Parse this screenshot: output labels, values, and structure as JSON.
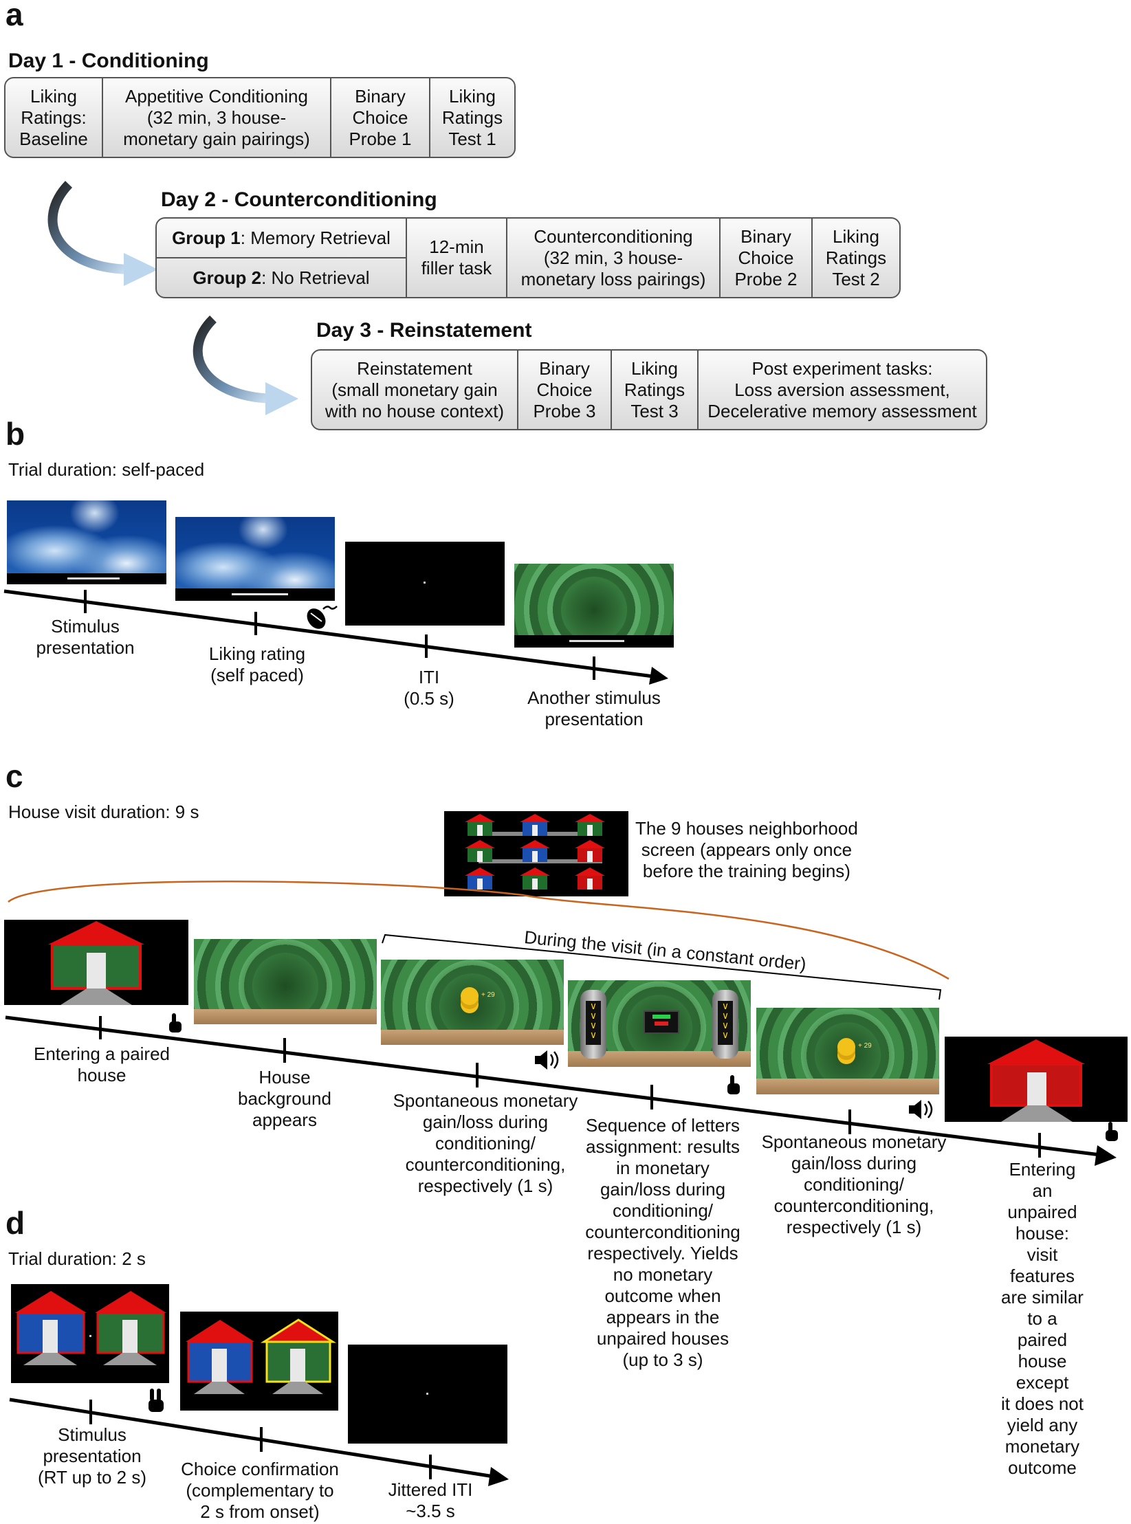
{
  "panels": {
    "a": "a",
    "b": "b",
    "c": "c",
    "d": "d"
  },
  "day1": {
    "title": "Day 1 - Conditioning",
    "cells": [
      "Liking\nRatings:\nBaseline",
      "Appetitive Conditioning\n(32 min, 3 house-\nmonetary gain pairings)",
      "Binary\nChoice\nProbe 1",
      "Liking\nRatings\nTest 1"
    ]
  },
  "day2": {
    "title": "Day 2 - Counterconditioning",
    "group1_bold": "Group 1",
    "group1_rest": ": Memory Retrieval",
    "group2_bold": "Group 2",
    "group2_rest": ": No Retrieval",
    "cells": [
      "12-min\nfiller task",
      "Counterconditioning\n(32 min, 3 house-\nmonetary loss pairings)",
      "Binary\nChoice\nProbe 2",
      "Liking\nRatings\nTest 2"
    ]
  },
  "day3": {
    "title": "Day 3 - Reinstatement",
    "cells": [
      "Reinstatement\n(small monetary gain\nwith no house context)",
      "Binary\nChoice\nProbe 3",
      "Liking\nRatings\nTest 3",
      "Post experiment tasks:\nLoss aversion assessment,\nDecelerative memory assessment"
    ]
  },
  "b": {
    "duration": "Trial duration: self-paced",
    "labels": [
      "Stimulus\npresentation",
      "Liking rating\n(self paced)",
      "ITI\n(0.5 s)",
      "Another stimulus\npresentation"
    ]
  },
  "c": {
    "duration": "House visit duration: 9 s",
    "neighborhood": "The 9 houses neighborhood\nscreen (appears only once\nbefore the training begins)",
    "during": "During the visit (in a constant order)",
    "coin_text": "+ 29",
    "labels": [
      "Entering a paired\nhouse",
      "House\nbackground\nappears",
      "Spontaneous monetary\ngain/loss during\nconditioning/\ncounterconditioning,\nrespectively (1 s)",
      "Sequence of letters\nassignment: results\nin monetary\ngain/loss during\nconditioning/\ncounterconditioning\nrespectively. Yields\nno monetary\noutcome when\nappears in the\nunpaired houses\n(up to 3 s)",
      "Spontaneous monetary\ngain/loss during\nconditioning/\ncounterconditioning,\nrespectively (1 s)",
      "Entering an unpaired\nhouse: visit features\nare similar to a\npaired house except\nit does not yield any\nmonetary outcome"
    ]
  },
  "d": {
    "duration": "Trial duration: 2 s",
    "labels": [
      "Stimulus\npresentation\n(RT up to 2 s)",
      "Choice confirmation\n(complementary to\n2 s from onset)",
      "Jittered ITI\n~3.5 s"
    ]
  },
  "colors": {
    "roof": "#e01010",
    "orange_brace": "#c8641e",
    "forest": "#2f6b35",
    "sky": "#0f4aa3"
  }
}
